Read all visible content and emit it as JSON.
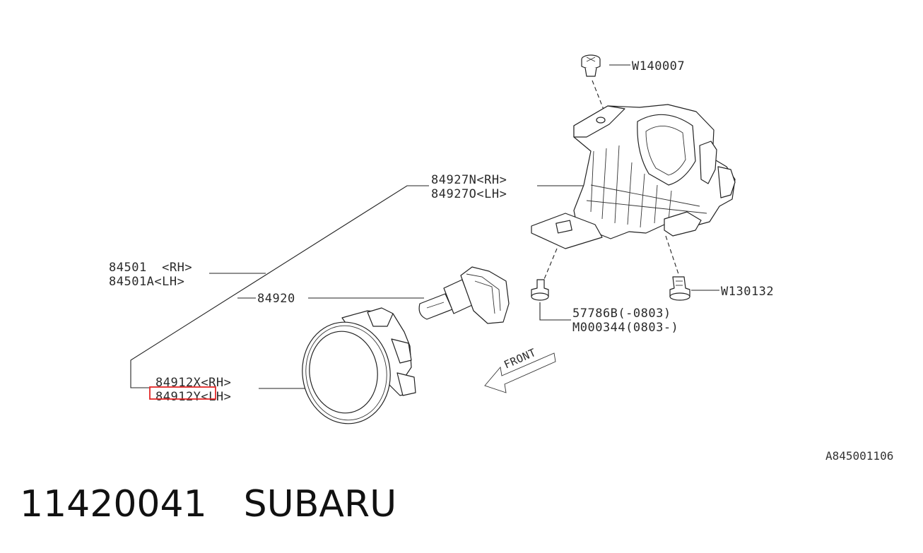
{
  "labels": {
    "w140007": "W140007",
    "p84927n": "84927N<RH>",
    "p84927o": "84927O<LH>",
    "p84501": "84501  <RH>",
    "p84501a": "84501A<LH>",
    "p84920": "84920",
    "w130132": "W130132",
    "p57786b": "57786B(-0803)",
    "m000344": "M000344(0803-)",
    "p84912x": "84912X<RH>",
    "p84912y": "84912Y<LH>",
    "front": "FRONT"
  },
  "catalog_ref": "A845001106",
  "footer": {
    "part_number": "11420041",
    "brand": "SUBARU"
  },
  "colors": {
    "highlight": "#e32727",
    "line": "#222222"
  }
}
